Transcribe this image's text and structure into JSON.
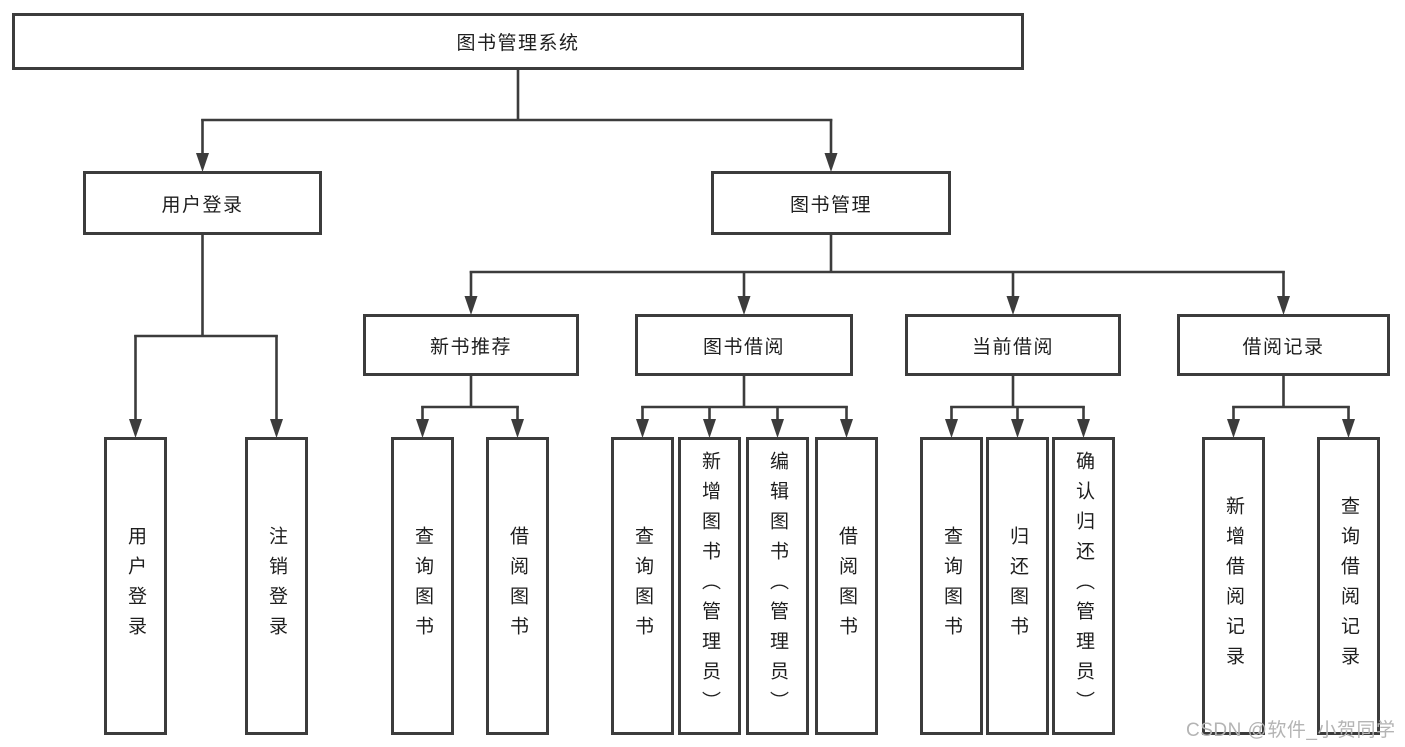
{
  "diagram": {
    "title": "图书管理系统",
    "nodes": [
      {
        "id": "root",
        "label": "图书管理系统"
      },
      {
        "id": "user_login",
        "label": "用户登录"
      },
      {
        "id": "book_mgmt",
        "label": "图书管理"
      },
      {
        "id": "new_book_rec",
        "label": "新书推荐"
      },
      {
        "id": "book_borrow",
        "label": "图书借阅"
      },
      {
        "id": "current_borrow",
        "label": "当前借阅"
      },
      {
        "id": "borrow_records",
        "label": "借阅记录"
      },
      {
        "id": "leaf_user_login",
        "label": "用户登录"
      },
      {
        "id": "leaf_logout",
        "label": "注销登录"
      },
      {
        "id": "leaf_query_book_1",
        "label": "查询图书"
      },
      {
        "id": "leaf_borrow_book_1",
        "label": "借阅图书"
      },
      {
        "id": "leaf_query_book_2",
        "label": "查询图书"
      },
      {
        "id": "leaf_add_book",
        "label": "新增图书（管理员）"
      },
      {
        "id": "leaf_edit_book",
        "label": "编辑图书（管理员）"
      },
      {
        "id": "leaf_borrow_book_2",
        "label": "借阅图书"
      },
      {
        "id": "leaf_query_book_3",
        "label": "查询图书"
      },
      {
        "id": "leaf_return_book",
        "label": "归还图书"
      },
      {
        "id": "leaf_confirm_return",
        "label": "确认归还（管理员）"
      },
      {
        "id": "leaf_add_record",
        "label": "新增借阅记录"
      },
      {
        "id": "leaf_query_record",
        "label": "查询借阅记录"
      }
    ],
    "edges": [
      {
        "from": "root",
        "to": [
          "user_login",
          "book_mgmt"
        ]
      },
      {
        "from": "user_login",
        "to": [
          "leaf_user_login",
          "leaf_logout"
        ]
      },
      {
        "from": "book_mgmt",
        "to": [
          "new_book_rec",
          "book_borrow",
          "current_borrow",
          "borrow_records"
        ]
      },
      {
        "from": "new_book_rec",
        "to": [
          "leaf_query_book_1",
          "leaf_borrow_book_1"
        ]
      },
      {
        "from": "book_borrow",
        "to": [
          "leaf_query_book_2",
          "leaf_add_book",
          "leaf_edit_book",
          "leaf_borrow_book_2"
        ]
      },
      {
        "from": "current_borrow",
        "to": [
          "leaf_query_book_3",
          "leaf_return_book",
          "leaf_confirm_return"
        ]
      },
      {
        "from": "borrow_records",
        "to": [
          "leaf_add_record",
          "leaf_query_record"
        ]
      }
    ]
  },
  "watermark": {
    "text": "CSDN @软件_小贺同学"
  },
  "colors": {
    "line": "#3c3c3c",
    "box_border": "#3c3c3c",
    "text": "#1e1e1e",
    "watermark": "#b4b4b4",
    "background": "#ffffff"
  }
}
